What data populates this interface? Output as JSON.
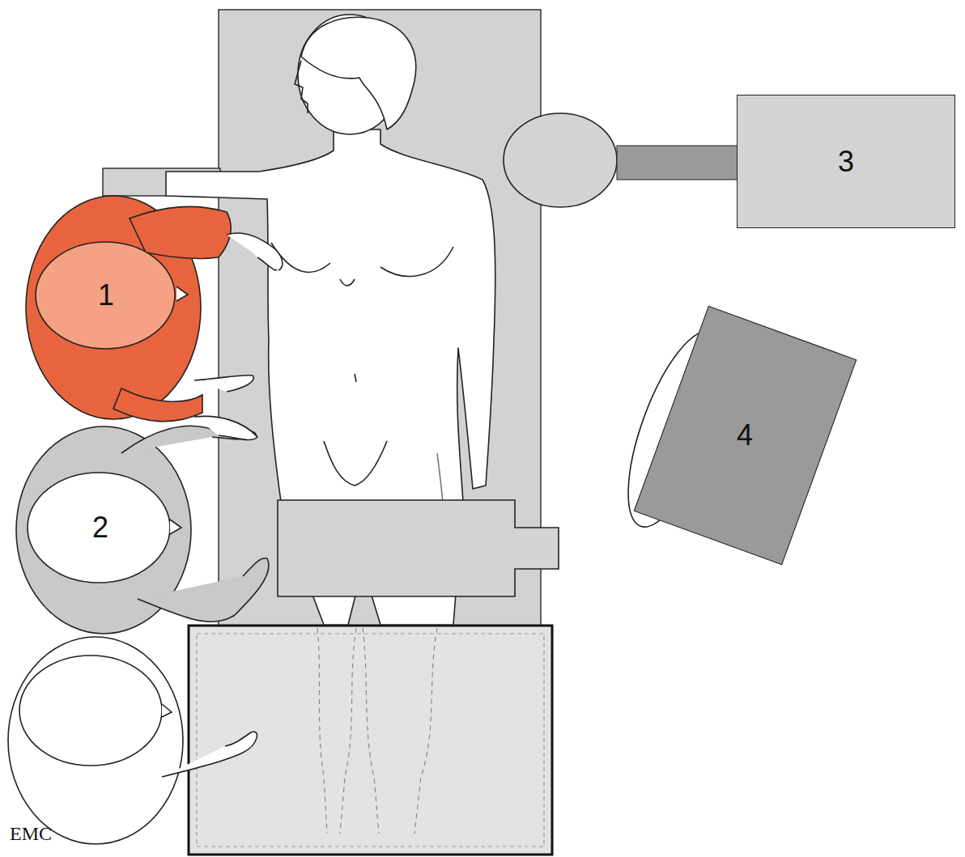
{
  "diagram": {
    "nodes": [
      {
        "text": [
          "3"
        ]
      },
      {
        "text": [
          "4"
        ]
      }
    ],
    "labels": [
      "1",
      "2",
      "EMC"
    ]
  }
}
